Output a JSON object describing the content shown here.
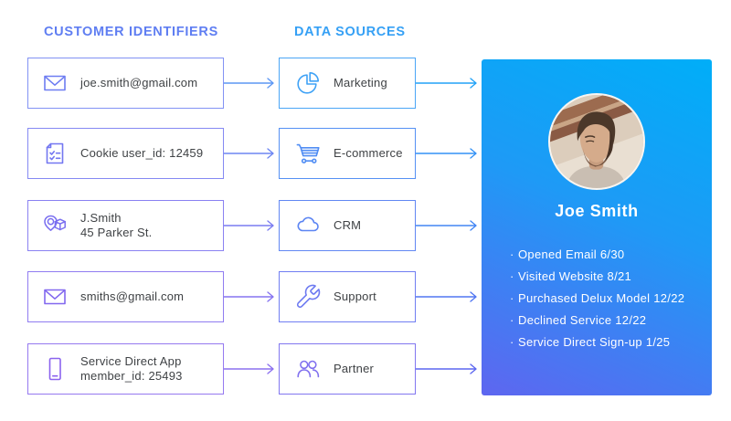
{
  "headers": {
    "customer_identifiers": {
      "label": "CUSTOMER IDENTIFIERS",
      "color": "#5f7ef2"
    },
    "data_sources": {
      "label": "DATA SOURCES",
      "color": "#35a0f5"
    }
  },
  "rows": [
    {
      "identifier": {
        "icon": "envelope-icon",
        "line1": "joe.smith@gmail.com",
        "line2": ""
      },
      "source": {
        "icon": "pie-chart-icon",
        "label": "Marketing"
      },
      "colors": {
        "left_border": "#8292f4",
        "left_icon": "#6e7df2",
        "arrow1": "#5c97f4",
        "mid_border": "#4ba6f6",
        "mid_icon": "#3fa2f6",
        "arrow2": "#22a2f7"
      }
    },
    {
      "identifier": {
        "icon": "checklist-document-icon",
        "line1": "Cookie user_id: 12459",
        "line2": ""
      },
      "source": {
        "icon": "shopping-cart-icon",
        "label": "E-commerce"
      },
      "colors": {
        "left_border": "#8589f3",
        "left_icon": "#7377f1",
        "arrow1": "#6d86f2",
        "mid_border": "#5590f4",
        "mid_icon": "#508df4",
        "arrow2": "#3492f5"
      }
    },
    {
      "identifier": {
        "icon": "location-pin-package-icon",
        "line1": "J.Smith",
        "line2": "45 Parker St."
      },
      "source": {
        "icon": "cloud-icon",
        "label": "CRM"
      },
      "colors": {
        "left_border": "#8a81f2",
        "left_icon": "#7a6ff0",
        "arrow1": "#7a7cf1",
        "mid_border": "#6187f3",
        "mid_icon": "#5c85f3",
        "arrow2": "#4285f4"
      }
    },
    {
      "identifier": {
        "icon": "envelope-icon",
        "line1": "smiths@gmail.com",
        "line2": ""
      },
      "source": {
        "icon": "wrench-icon",
        "label": "Support"
      },
      "colors": {
        "left_border": "#907cf1",
        "left_icon": "#8268ef",
        "arrow1": "#8674f0",
        "mid_border": "#707ef2",
        "mid_icon": "#6d7af1",
        "arrow2": "#5076f2"
      }
    },
    {
      "identifier": {
        "icon": "mobile-phone-icon",
        "line1": "Service Direct App",
        "line2": "member_id: 25493"
      },
      "source": {
        "icon": "people-icon",
        "label": "Partner"
      },
      "colors": {
        "left_border": "#9579f0",
        "left_icon": "#8b63ee",
        "arrow1": "#8c71ef",
        "mid_border": "#8277f0",
        "mid_icon": "#8070ef",
        "arrow2": "#5c67f0"
      }
    }
  ],
  "profile": {
    "name": "Joe Smith",
    "photo": "joe-smith-portrait",
    "bullet": "·",
    "events": [
      "Opened Email 6/30",
      "Visited Website 8/21",
      "Purchased Delux Model 12/22",
      "Declined Service 12/22",
      "Service Direct Sign-up 1/25"
    ],
    "colors": {
      "gradient_top": "#00aef8",
      "gradient_mid": "#1e9af6",
      "gradient_bottom": "#5e66f0",
      "name_color": "#ffffff",
      "text_color": "#ffffff"
    }
  }
}
